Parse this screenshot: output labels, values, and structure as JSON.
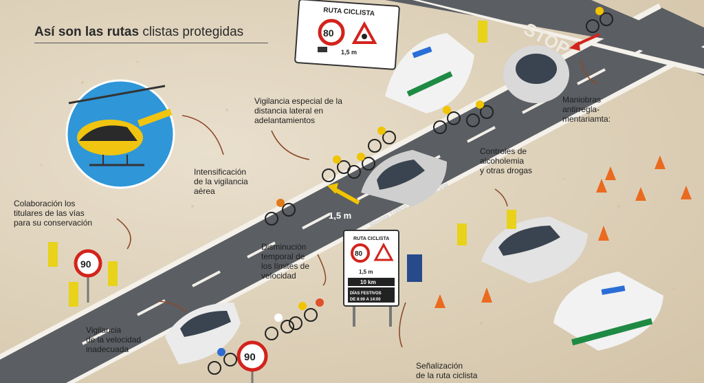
{
  "title": {
    "bold": "Así son las rutas",
    "light": "clistas protegidas"
  },
  "labels": {
    "vigilancia_lateral": [
      "Vigilancia especial de la",
      "distancia lateral en",
      "adelantamientos"
    ],
    "aerea": [
      "Intensificación",
      "de la vigilancia",
      "aérea"
    ],
    "titulares": [
      "Colaboración los",
      "titulares de las vías",
      "para su conservación"
    ],
    "maniobras": [
      "Maniobras",
      "antirregla-",
      "mentariamta:"
    ],
    "alcoholemia": [
      "Controles de",
      "alcoholemia",
      "y otras drogas"
    ],
    "limites": [
      "Disminución",
      "temporal de",
      "los límites de",
      "velocidad"
    ],
    "velocidad_inadecuada": [
      "Vigilancia",
      "de la velocidad",
      "inadecuada"
    ],
    "senalizacion": [
      "Señalización",
      "de la ruta ciclista"
    ]
  },
  "signs": {
    "top": {
      "header": "RUTA CICLISTA",
      "speed": "80",
      "distance": "1,5 m"
    },
    "mid": {
      "header": "RUTA CICLISTA",
      "speed": "80",
      "distance": "1,5 m",
      "km": "10 km",
      "dates": "DÍAS FESTIVOS",
      "hours": "DE 8:00 A 14:00"
    },
    "speed_limit_left": "90",
    "speed_limit_bottom": "90"
  },
  "road": {
    "distance_marker": "1,5 m",
    "stop_text": "STOP",
    "credit": "Revista Tráfico y Seguridad Vial"
  },
  "colors": {
    "road": "#5b5e63",
    "sand": "#e3d7c1",
    "guardia_green": "#1f8a43",
    "vest_yellow": "#e8d21a",
    "sign_red": "#d2231c"
  }
}
